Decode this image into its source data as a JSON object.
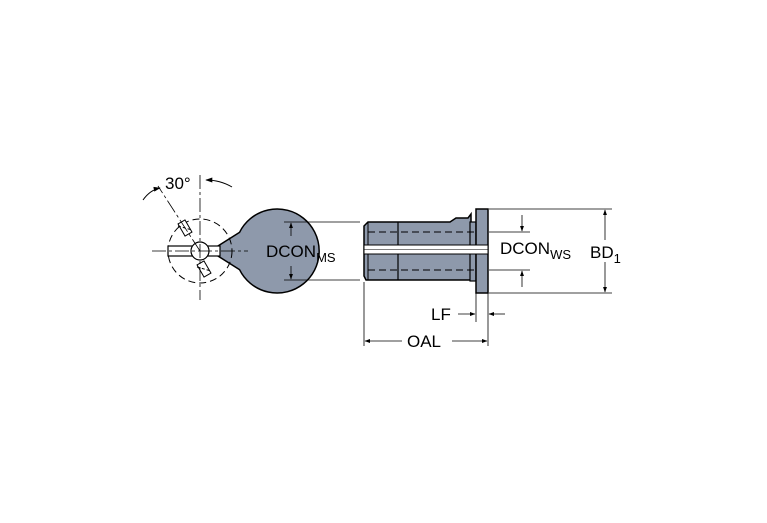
{
  "labels": {
    "angle": "30°",
    "dcon_ms_main": "DCON",
    "dcon_ms_sub": "MS",
    "dcon_ws_main": "DCON",
    "dcon_ws_sub": "WS",
    "bd_main": "BD",
    "bd_sub": "1",
    "lf": "LF",
    "oal": "OAL"
  },
  "colors": {
    "body_fill": "#8e99ab",
    "body_dark": "#5d6878",
    "line": "#000000"
  }
}
